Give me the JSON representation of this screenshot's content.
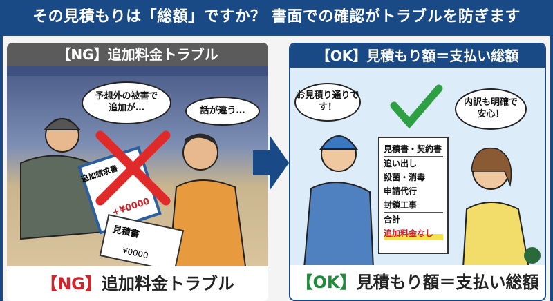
{
  "title": "その見積もりは「総額」ですか？ 書面での確認がトラブルを防ぎます",
  "ng": {
    "header": "【NG】追加料金トラブル",
    "bubble_worker": "予想外の被害で追加が…",
    "bubble_client": "話が違う…",
    "clipboard_title": "追加請求書",
    "clipboard_amount": "+¥0000",
    "paper_title": "見積書",
    "paper_amount": "¥0000",
    "caption_tag": "【NG】",
    "caption_text": "追加料金トラブル"
  },
  "ok": {
    "header": "【OK】見積もり額＝支払い総額",
    "bubble_worker": "お見積り通りです！",
    "bubble_client": "内訳も明確で安心！",
    "doc_title": "見積書・契約書",
    "doc_items": [
      "追い出し",
      "殺菌・消毒",
      "申請代行",
      "封鎖工事"
    ],
    "doc_total_label": "合計",
    "doc_total_value": "追加料金なし",
    "caption_tag": "【OK】",
    "caption_text": "見積もり額＝支払い総額"
  },
  "colors": {
    "navy": "#1a4a86",
    "ng_red": "#d3222a",
    "ok_green": "#1e8a3a",
    "check_green": "#2ea043"
  }
}
